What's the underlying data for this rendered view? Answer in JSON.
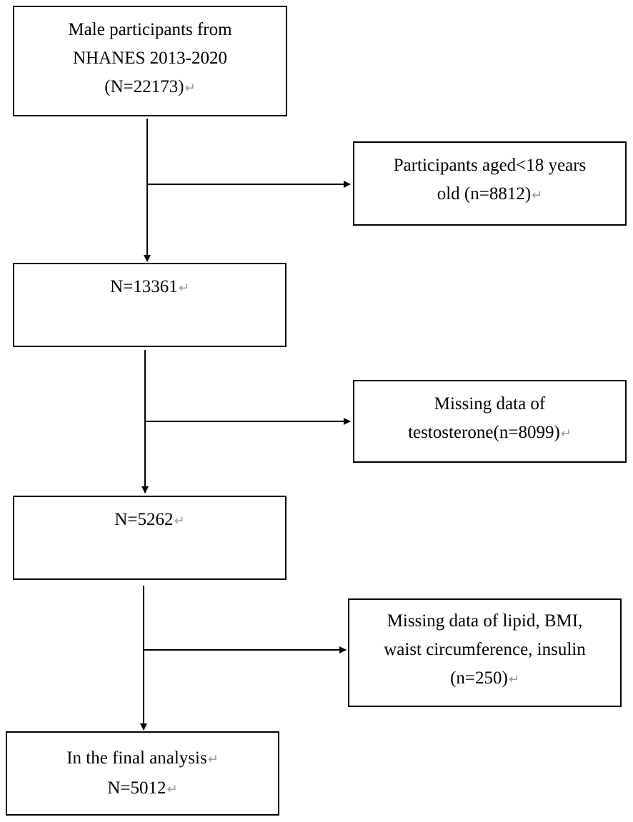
{
  "boxes": {
    "start": {
      "lines": [
        "Male participants from",
        "NHANES 2013-2020",
        "(N=22173)"
      ]
    },
    "excl1": {
      "lines": [
        "Participants aged<18 years",
        "old (n=8812)"
      ]
    },
    "step1": {
      "lines": [
        "N=13361"
      ]
    },
    "excl2": {
      "lines": [
        "Missing data of",
        "testosterone(n=8099)"
      ]
    },
    "step2": {
      "lines": [
        "N=5262"
      ]
    },
    "excl3": {
      "lines": [
        "Missing data of lipid, BMI,",
        "waist circumference, insulin",
        "(n=250)"
      ]
    },
    "final": {
      "lines": [
        "In the final analysis",
        "N=5012"
      ]
    }
  },
  "paragraph_mark": "↵"
}
